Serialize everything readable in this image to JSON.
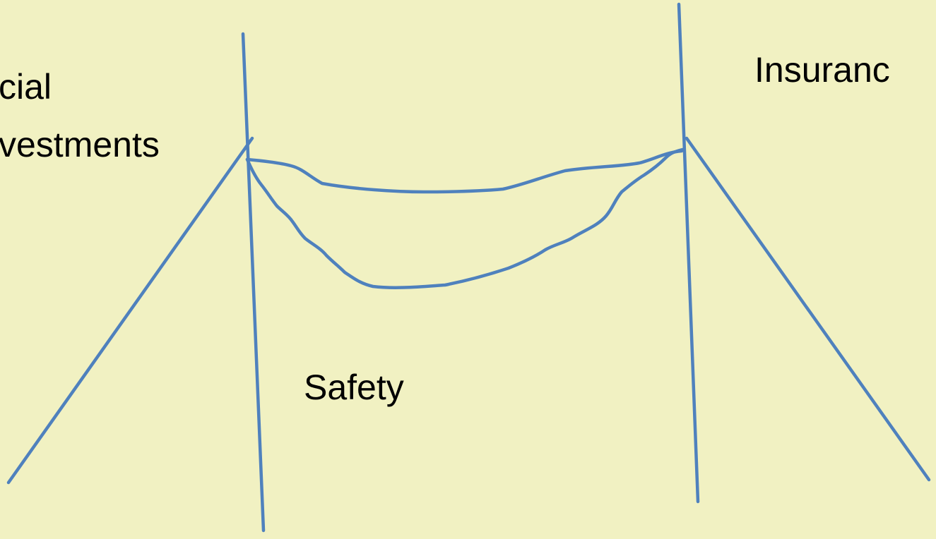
{
  "labels": {
    "left_line1": "cial",
    "left_line2": "vestments",
    "right": "Insuranc",
    "center": "Safety"
  },
  "colors": {
    "background": "#f1f1c2",
    "stroke": "#4f81bd",
    "text": "#000000"
  }
}
